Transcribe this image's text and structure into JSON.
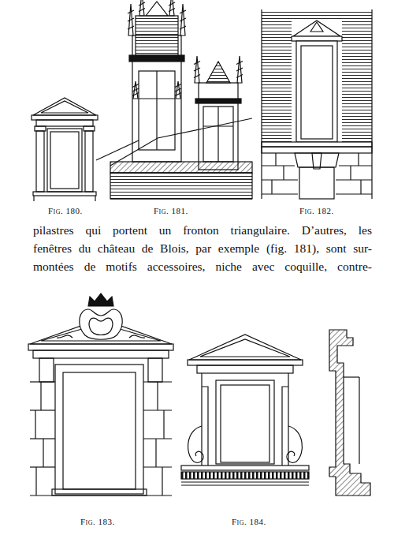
{
  "diagram": {
    "labels": [
      "Fig. 180.",
      "Fig. 181.",
      "Fig. 182.",
      "pilastres qui portent un fronton triangulaire. D’autres, les",
      "fenêtres du château de Blois, par exemple (fig. 181), sont sur-",
      "montées de motifs accessoires, niche avec coquille, contre-",
      "Fig. 183.",
      "Fig. 184."
    ]
  }
}
